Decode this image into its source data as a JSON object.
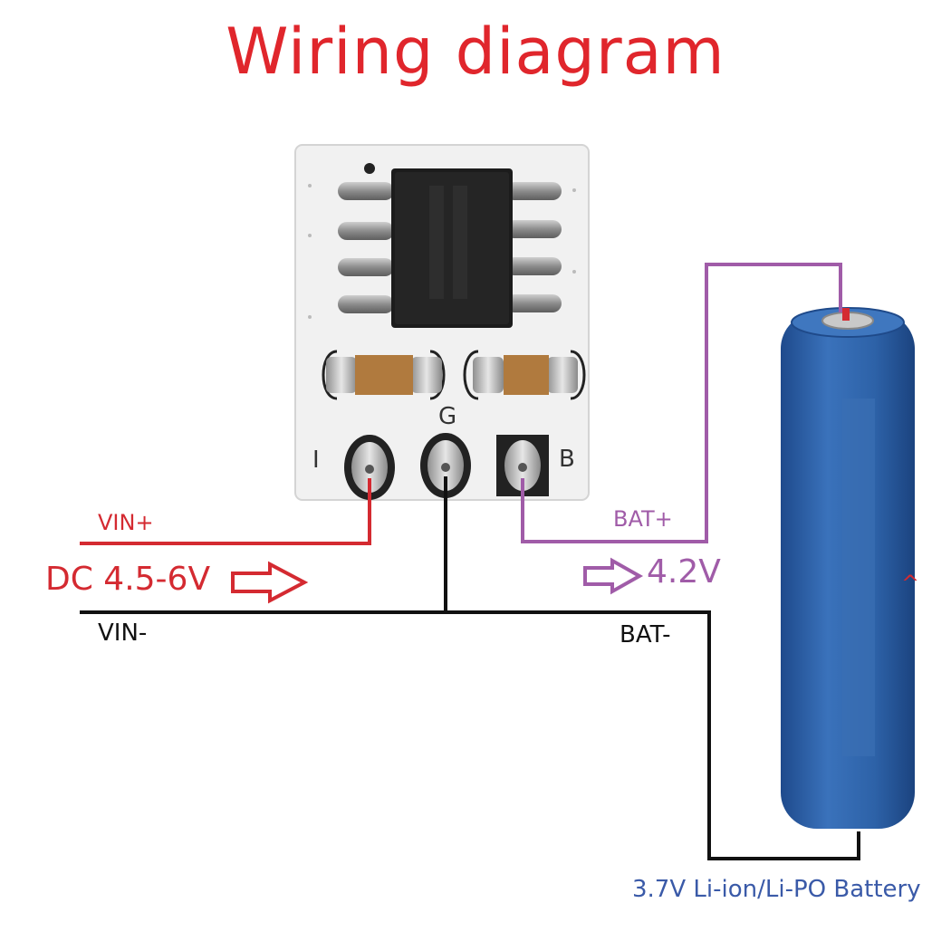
{
  "title": "Wiring diagram",
  "module": {
    "pin_labels": {
      "input": "I",
      "ground": "G",
      "battery": "B"
    }
  },
  "input": {
    "positive_label": "VIN+",
    "negative_label": "VIN-",
    "voltage_range": "DC 4.5-6V"
  },
  "output": {
    "positive_label": "BAT+",
    "negative_label": "BAT-",
    "voltage": "4.2V"
  },
  "battery": {
    "label": "3.7V Li-ion/Li-PO Battery",
    "polarity_mark": "^"
  },
  "colors": {
    "title": "#e0262c",
    "vin_positive_wire": "#d42a31",
    "ground_wire": "#111111",
    "bat_positive_wire": "#a05ca8",
    "battery_label": "#3a5aa8",
    "battery_body": "#2f62a8"
  }
}
